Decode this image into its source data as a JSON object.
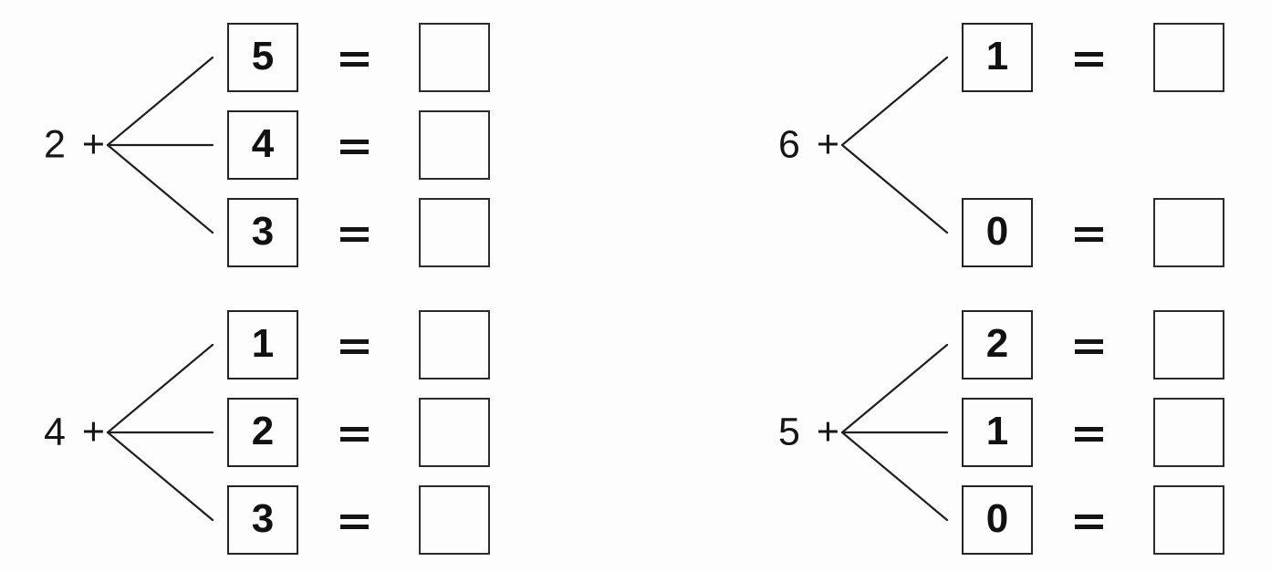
{
  "page": {
    "title": "Addition fact families worksheet",
    "background_color": "#fdfdfd",
    "ink_color": "#1a1a1a",
    "equals_sign": "=",
    "plus_sign": "+"
  },
  "worksheet_data": {
    "type": "math-worksheet",
    "operation": "addition",
    "layout": "2x2 grid of branching fact-family fans",
    "answer_boxes_blank": true,
    "groups": [
      {
        "position": "top-left",
        "addend": "2",
        "label": "2 +",
        "rows": [
          {
            "slot": 1,
            "addend2": "5",
            "equals": "=",
            "answer": ""
          },
          {
            "slot": 2,
            "addend2": "4",
            "equals": "=",
            "answer": ""
          },
          {
            "slot": 3,
            "addend2": "3",
            "equals": "=",
            "answer": ""
          }
        ]
      },
      {
        "position": "top-right",
        "addend": "6",
        "label": "6 +",
        "rows": [
          {
            "slot": 1,
            "addend2": "1",
            "equals": "=",
            "answer": ""
          },
          {
            "slot": 3,
            "addend2": "0",
            "equals": "=",
            "answer": ""
          }
        ]
      },
      {
        "position": "bottom-left",
        "addend": "4",
        "label": "4 +",
        "rows": [
          {
            "slot": 1,
            "addend2": "1",
            "equals": "=",
            "answer": ""
          },
          {
            "slot": 2,
            "addend2": "2",
            "equals": "=",
            "answer": ""
          },
          {
            "slot": 3,
            "addend2": "3",
            "equals": "=",
            "answer": ""
          }
        ]
      },
      {
        "position": "bottom-right",
        "addend": "5",
        "label": "5 +",
        "rows": [
          {
            "slot": 1,
            "addend2": "2",
            "equals": "=",
            "answer": ""
          },
          {
            "slot": 2,
            "addend2": "1",
            "equals": "=",
            "answer": ""
          },
          {
            "slot": 3,
            "addend2": "0",
            "equals": "=",
            "answer": ""
          }
        ]
      }
    ]
  }
}
